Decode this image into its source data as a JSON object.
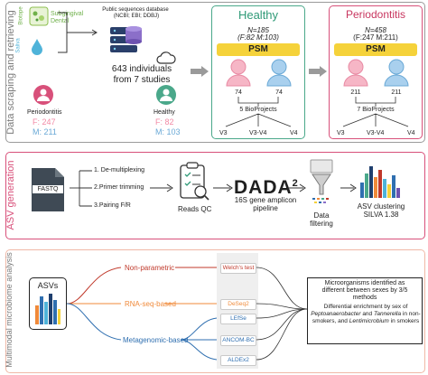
{
  "sections": {
    "s1_label": "Data scraping and retrieving",
    "s2_label": "ASV generation",
    "s3_label": "Multimodal microbiome analysis"
  },
  "s1": {
    "biotope_subgingival": "Subgingival",
    "biotope_dental": "Dental",
    "biotope_label_top": "Biotope",
    "biotope_label_bottom": "Saliva",
    "db_title": "Public sequences database",
    "db_sub": "(NCBI; EBI; DDBJ)",
    "individuals_line1": "643 individuals",
    "individuals_line2": "from 7 studies",
    "perio_label": "Periodontitis",
    "perio_f": "F: 247",
    "perio_m": "M: 211",
    "healthy_label": "Healthy",
    "healthy_f": "F: 82",
    "healthy_m": "M: 103"
  },
  "healthy_box": {
    "title": "Healthy",
    "n": "N=185",
    "fm": "(F:82 M:103)",
    "psm": "PSM",
    "count_left": "74",
    "count_right": "74",
    "bioprojects": "5 BioProjects",
    "regions": [
      "V3",
      "V3-V4",
      "V4"
    ]
  },
  "perio_box": {
    "title": "Periodontitis",
    "n": "N=458",
    "fm": "(F:247 M:211)",
    "psm": "PSM",
    "count_left": "211",
    "count_right": "211",
    "bioprojects": "7 BioProjects",
    "regions": [
      "V3",
      "V3-V4",
      "V4"
    ]
  },
  "s2": {
    "fastq": "FASTQ",
    "step1": "1. De-multiplexing",
    "step2": "2.Primer trimming",
    "step3": "3.Pairing F/R",
    "reads_qc": "Reads QC",
    "dada_main": "DADA",
    "dada_sup": "2",
    "dada_line1": "16S gene amplicon",
    "dada_line2": "pipeline",
    "filter_line1": "Data",
    "filter_line2": "filtering",
    "asv_line1": "ASV clustering",
    "asv_line2": "SILVA 1.38"
  },
  "s3": {
    "asvs": "ASVs",
    "nonparam": "Non-parametric",
    "rnaseq": "RNA-seq-based",
    "metagenomic": "Metagenomic-based",
    "welch": "Welch's test",
    "deseq2": "DeSeq2",
    "lefse": "LEfSe",
    "ancombc": "ANCOM-BC",
    "aldex2": "ALDEx2",
    "result_line1": "Microorganisms identified as",
    "result_line2": "different between sexes by 3/5",
    "result_line3": "methods",
    "detail_1": "Differential enrichment by sex",
    "detail_2": "of",
    "detail_genus1": "Peptoanaerobacter",
    "detail_3": "and",
    "detail_genus2": "Tannerella",
    "detail_4": "in non-smokers, and",
    "detail_genus3": "Lentimicrobium",
    "detail_5": "in smokers"
  },
  "colors": {
    "gray_border": "#9a9a9a",
    "healthy_border": "#4aa88a",
    "healthy_text": "#2f9a77",
    "perio_border": "#d8507a",
    "perio_text": "#c8365f",
    "female_pink": "#f28aa5",
    "male_blue": "#6aa9d6",
    "orange": "#f08a3a",
    "red_method": "#c0392b",
    "blue_method": "#2f6fb0",
    "yellow": "#f5d23a",
    "navy": "#1f3f6e"
  }
}
